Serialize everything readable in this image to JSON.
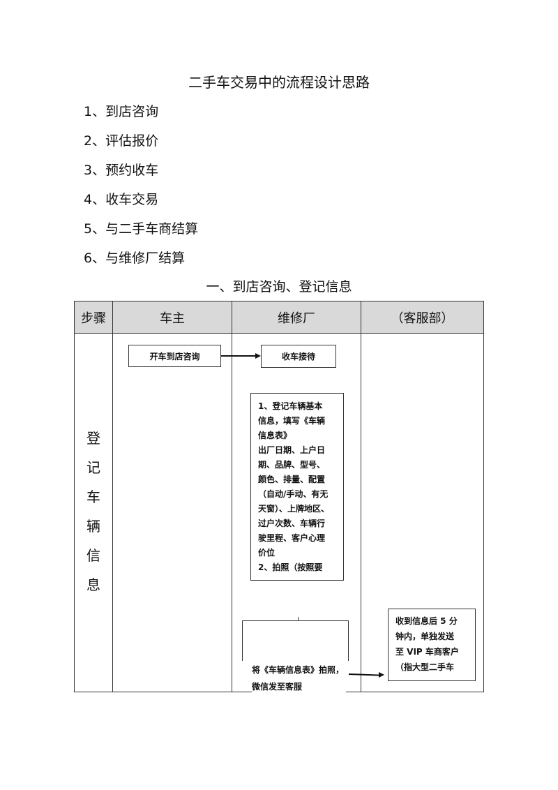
{
  "doc": {
    "title": "二手车交易中的流程设计思路",
    "list": [
      "1、到店咨询",
      "2、评估报价",
      "3、预约收车",
      "4、收车交易",
      "5、与二手车商结算",
      "6、与维修厂结算"
    ],
    "section_title": "一、到店咨询、登记信息"
  },
  "table": {
    "headers": {
      "step": "步骤",
      "owner": "车主",
      "repair": "维修厂",
      "service": "（客服部）"
    },
    "step_label_chars": [
      "登",
      "记",
      "车",
      "辆",
      "信",
      "息"
    ],
    "owner_box": "开车到店咨询",
    "reception_box": "收车接待",
    "register_box_lines": [
      "1、登记车辆基本",
      "信息，填写《车辆",
      "信息表》",
      "出厂日期、上户日",
      "期、品牌、型号、",
      "颜色、排量、配置",
      "（自动/手动、有无",
      "天窗）、上牌地区、",
      "过户次数、车辆行",
      "驶里程、客户心理",
      "价位",
      "2、拍照（按照要"
    ],
    "photo_note_lines": [
      "将《车辆信息表》拍照，",
      "微信发至客服"
    ],
    "service_box_lines": [
      "收到信息后 5 分",
      "钟内，单独发送",
      "至 VIP 车商客户",
      "（指大型二手车"
    ]
  }
}
